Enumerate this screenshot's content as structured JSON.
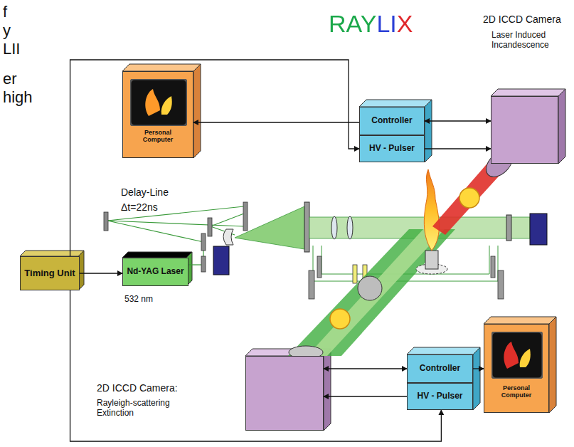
{
  "diagram": {
    "title": "RAYLIX",
    "nodes": [
      {
        "text": [
          "Personal Computer"
        ]
      },
      {
        "text": [
          "Controller"
        ]
      },
      {
        "text": [
          "HV - Pulser"
        ]
      },
      {
        "text": [
          "2D ICCD Camera",
          "Laser Induced Incandescence"
        ]
      },
      {
        "text": [
          "Timing Unit"
        ]
      },
      {
        "text": [
          "Nd-YAG Laser",
          "532 nm"
        ]
      },
      {
        "text": [
          "2D ICCD Camera:",
          "Rayleigh-scattering Extinction"
        ]
      },
      {
        "text": [
          "Controller"
        ]
      },
      {
        "text": [
          "HV - Pulser"
        ]
      },
      {
        "text": [
          "Personal Computer"
        ]
      }
    ],
    "edges": [
      {
        "from": 4,
        "to": 5,
        "arrow": "to"
      },
      {
        "from": 4,
        "to": 2,
        "arrow": "to"
      },
      {
        "from": 4,
        "to": 8,
        "arrow": "to"
      },
      {
        "from": 1,
        "to": 0,
        "arrow": "to"
      },
      {
        "from": 1,
        "to": 3,
        "arrow": "both"
      },
      {
        "from": 2,
        "to": 3,
        "arrow": "to"
      },
      {
        "from": 6,
        "to": 7,
        "arrow": "both"
      },
      {
        "from": 8,
        "to": 6,
        "arrow": "to"
      },
      {
        "from": 7,
        "to": 9,
        "arrow": "to"
      }
    ],
    "labels": [
      "f",
      "y",
      "LII",
      "er",
      "high",
      "Delay-Line",
      "Δt=22ns"
    ]
  }
}
